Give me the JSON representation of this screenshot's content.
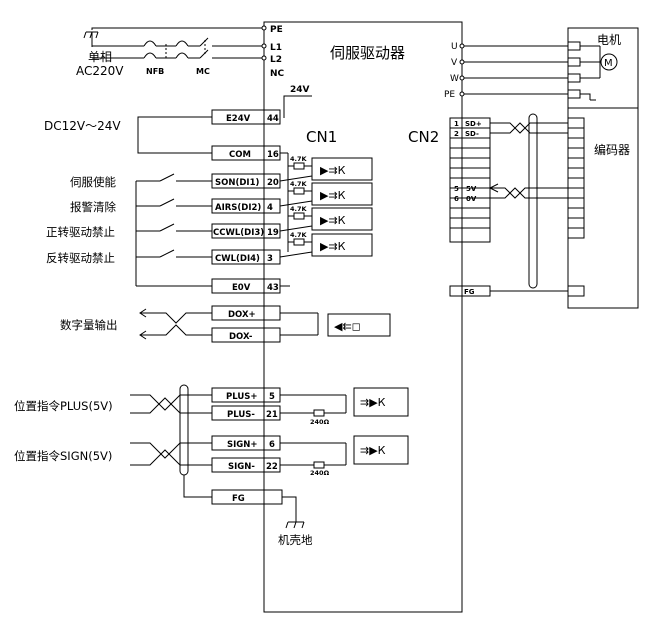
{
  "title": "伺服驱动器",
  "power": {
    "label_phase": "单相",
    "label_voltage": "AC220V",
    "nfb": "NFB",
    "mc": "MC",
    "pins": [
      "PE",
      "L1",
      "L2",
      "NC"
    ]
  },
  "dc_supply": "DC12V～24V",
  "v24": "24V",
  "cn1": "CN1",
  "cn2": "CN2",
  "motor": "电机",
  "motor_symbol": "M",
  "encoder": "编码器",
  "ground_label": "机壳地",
  "resistor_4k7": "4.7K",
  "resistor_240": "240Ω",
  "inputs": [
    {
      "label": "伺服使能",
      "signal": "SON(DI1)",
      "pin": "20"
    },
    {
      "label": "报警清除",
      "signal": "AIRS(DI2)",
      "pin": "4"
    },
    {
      "label": "正转驱动禁止",
      "signal": "CCWL(DI3)",
      "pin": "19"
    },
    {
      "label": "反转驱动禁止",
      "signal": "CWL(DI4)",
      "pin": "3"
    }
  ],
  "e24v": {
    "signal": "E24V",
    "pin": "44"
  },
  "com": {
    "signal": "COM",
    "pin": "16"
  },
  "e0v": {
    "signal": "E0V",
    "pin": "43"
  },
  "digital_out": {
    "label": "数字量输出",
    "plus": "DOX+",
    "minus": "DOX-"
  },
  "plus_cmd": {
    "label": "位置指令PLUS(5V)",
    "plus": "PLUS+",
    "plus_pin": "5",
    "minus": "PLUS-",
    "minus_pin": "21"
  },
  "sign_cmd": {
    "label": "位置指令SIGN(5V)",
    "plus": "SIGN+",
    "plus_pin": "6",
    "minus": "SIGN-",
    "minus_pin": "22"
  },
  "fg": "FG",
  "cn2_fg": "FG",
  "motor_pins": [
    "U",
    "V",
    "W",
    "PE"
  ],
  "cn2_pins": [
    {
      "pin": "1",
      "signal": "SD+"
    },
    {
      "pin": "2",
      "signal": "SD-"
    },
    {
      "pin": "5",
      "signal": "5V"
    },
    {
      "pin": "6",
      "signal": "0V"
    }
  ],
  "colors": {
    "line": "#000000",
    "background": "#ffffff"
  }
}
